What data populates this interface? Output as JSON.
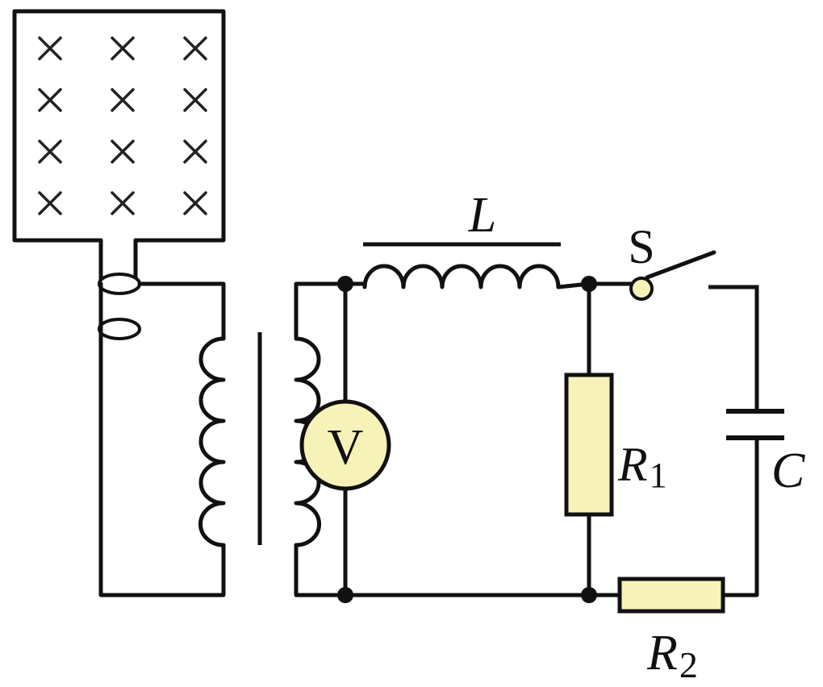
{
  "labels": {
    "inductor": "L",
    "switch": "S",
    "voltmeter": "V",
    "resistor1_main": "R",
    "resistor1_sub": "1",
    "resistor2_main": "R",
    "resistor2_sub": "2",
    "capacitor": "C"
  },
  "colors": {
    "wire": "#111111",
    "component_fill": "#f7f2b8",
    "field_marks": "#222222"
  },
  "magnetic_field": {
    "direction": "into-page",
    "rows": 4,
    "cols": 3
  }
}
